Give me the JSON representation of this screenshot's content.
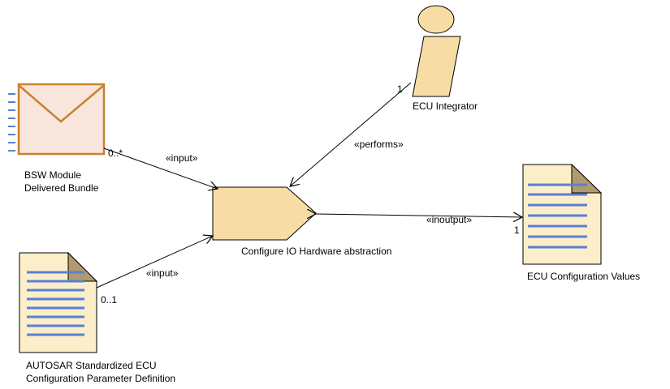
{
  "elements": {
    "bsw_bundle": {
      "line1": "BSW Module",
      "line2": "Delivered Bundle"
    },
    "ecu_integrator": {
      "label": "ECU Integrator"
    },
    "task": {
      "label": "Configure IO Hardware abstraction"
    },
    "param_def": {
      "line1": "AUTOSAR Standardized ECU",
      "line2": "Configuration Parameter Definition"
    },
    "config_values": {
      "label": "ECU Configuration Values"
    }
  },
  "connections": {
    "bundle_input": {
      "stereotype": "«input»",
      "multiplicity": "0..*"
    },
    "integrator_performs": {
      "stereotype": "«performs»",
      "multiplicity": "1"
    },
    "param_input": {
      "stereotype": "«input»",
      "multiplicity": "0..1"
    },
    "values_inoutput": {
      "stereotype": "«inoutput»",
      "multiplicity": "1"
    }
  },
  "colors": {
    "fill": "#f8dca6",
    "outline": "#000000",
    "envelope_fill": "#f8e6dc",
    "envelope_stroke": "#c8812e",
    "doc_fold": "#b29a70",
    "doc_lines": "#5b7fd4",
    "port_lines": "#5b7fd4"
  }
}
